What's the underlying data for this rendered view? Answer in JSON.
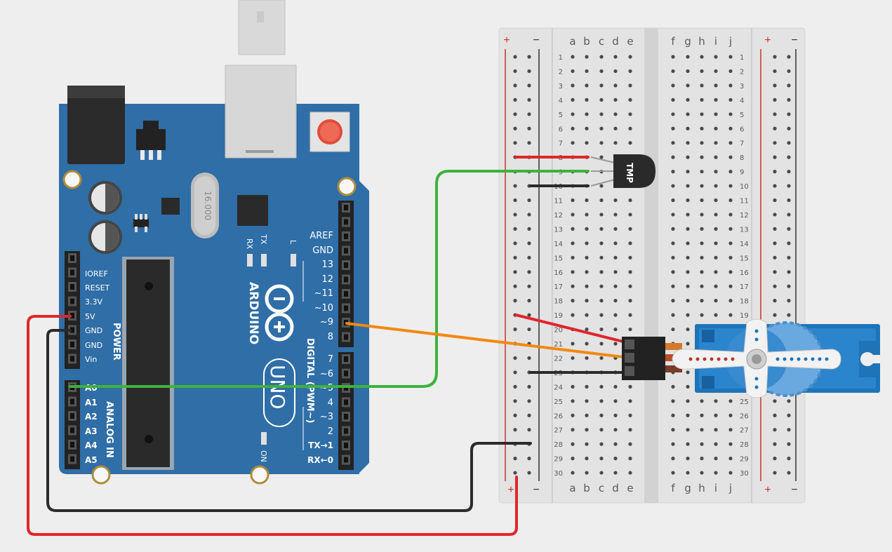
{
  "arduino": {
    "brand": "ARDUINO",
    "model": "UNO",
    "crystal": "16.000",
    "power_header": [
      "IOREF",
      "RESET",
      "3.3V",
      "5V",
      "GND",
      "GND",
      "Vin"
    ],
    "power_title": "POWER",
    "analog_header": [
      "A0",
      "A1",
      "A2",
      "A3",
      "A4",
      "A5"
    ],
    "analog_title": "ANALOG IN",
    "digital_top": [
      "AREF",
      "GND",
      "13",
      "12",
      "~11",
      "~10",
      "~9",
      "8"
    ],
    "digital_bottom": [
      "7",
      "~6",
      "~5",
      "4",
      "~3",
      "2",
      "TX→1",
      "RX←0"
    ],
    "digital_title": "DIGITAL (PWM~)",
    "led_tx": "TX",
    "led_rx": "RX",
    "led_l": "L",
    "led_on": "ON"
  },
  "breadboard": {
    "rail_plus": "+",
    "rail_minus": "−",
    "cols_left": [
      "a",
      "b",
      "c",
      "d",
      "e"
    ],
    "cols_right": [
      "f",
      "g",
      "h",
      "i",
      "j"
    ],
    "rows": 30
  },
  "sensor": {
    "label": "TMP"
  },
  "wire_colors": {
    "red": "#e0262a",
    "black": "#2b2b2b",
    "green": "#3cb33c",
    "orange": "#f08a11"
  },
  "colors": {
    "board": "#2f6ea6",
    "header": "#222222",
    "servo": "#1f74b8"
  }
}
